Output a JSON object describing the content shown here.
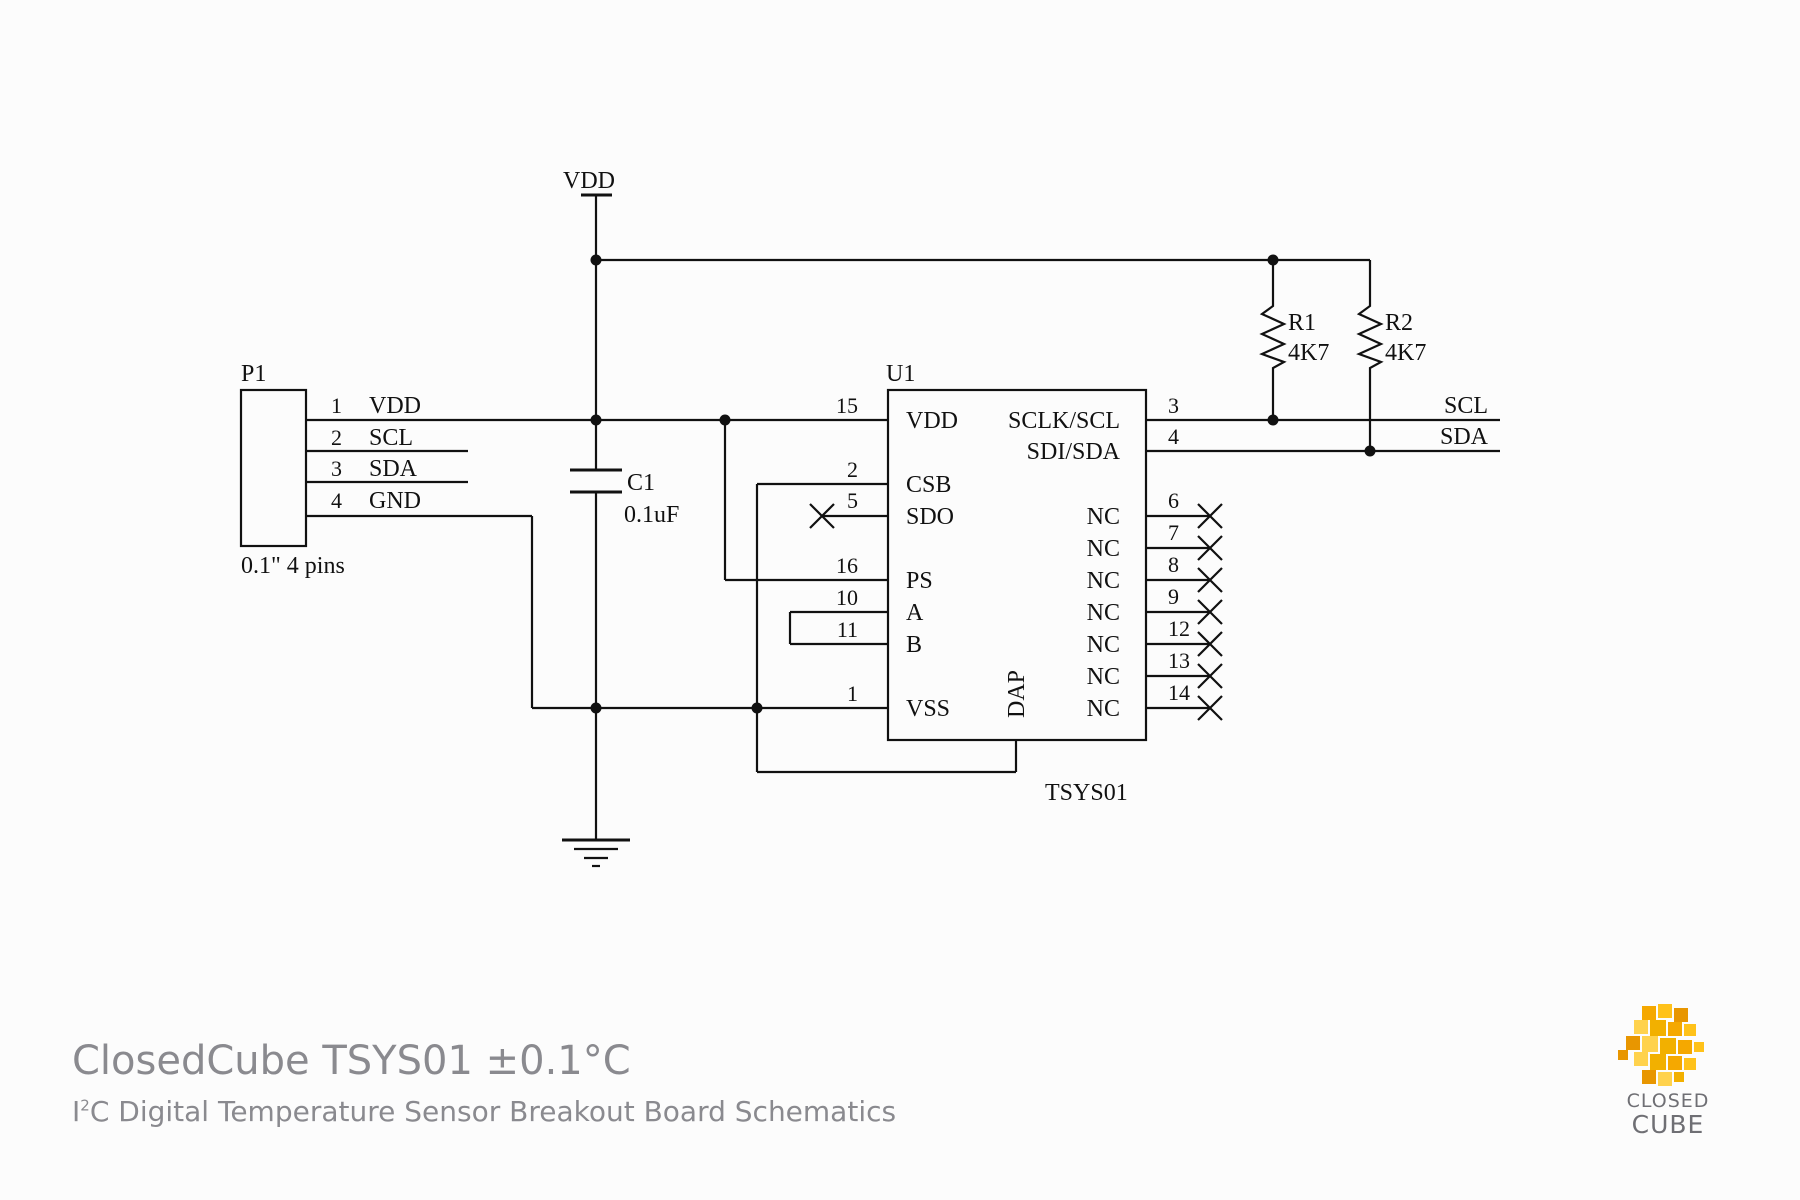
{
  "power": {
    "vdd_label": "VDD"
  },
  "connector": {
    "ref": "P1",
    "description": "0.1\" 4 pins",
    "pins": [
      {
        "num": "1",
        "name": "VDD"
      },
      {
        "num": "2",
        "name": "SCL"
      },
      {
        "num": "3",
        "name": "SDA"
      },
      {
        "num": "4",
        "name": "GND"
      }
    ]
  },
  "capacitor": {
    "ref": "C1",
    "value": "0.1uF"
  },
  "resistors": [
    {
      "ref": "R1",
      "value": "4K7"
    },
    {
      "ref": "R2",
      "value": "4K7"
    }
  ],
  "ic": {
    "ref": "U1",
    "part": "TSYS01",
    "left_pins": [
      {
        "num": "15",
        "name": "VDD"
      },
      {
        "num": "2",
        "name": "CSB"
      },
      {
        "num": "5",
        "name": "SDO"
      },
      {
        "num": "16",
        "name": "PS"
      },
      {
        "num": "10",
        "name": "A"
      },
      {
        "num": "11",
        "name": "B"
      },
      {
        "num": "1",
        "name": "VSS"
      }
    ],
    "right_pins": [
      {
        "num": "3",
        "name": "SCLK/SCL"
      },
      {
        "num": "4",
        "name": "SDI/SDA"
      },
      {
        "num": "6",
        "name": "NC"
      },
      {
        "num": "7",
        "name": "NC"
      },
      {
        "num": "8",
        "name": "NC"
      },
      {
        "num": "9",
        "name": "NC"
      },
      {
        "num": "12",
        "name": "NC"
      },
      {
        "num": "13",
        "name": "NC"
      },
      {
        "num": "14",
        "name": "NC"
      }
    ],
    "bottom_pin": {
      "name": "DAP"
    }
  },
  "nets": {
    "scl": "SCL",
    "sda": "SDA"
  },
  "footer": {
    "title": "ClosedCube TSYS01 ±0.1°C",
    "subtitle_prefix": "I",
    "subtitle_sup": "2",
    "subtitle_rest": "C Digital Temperature Sensor Breakout Board Schematics"
  },
  "logo": {
    "line1": "CLOSED",
    "line2": "CUBE",
    "color": "#f5a800"
  }
}
